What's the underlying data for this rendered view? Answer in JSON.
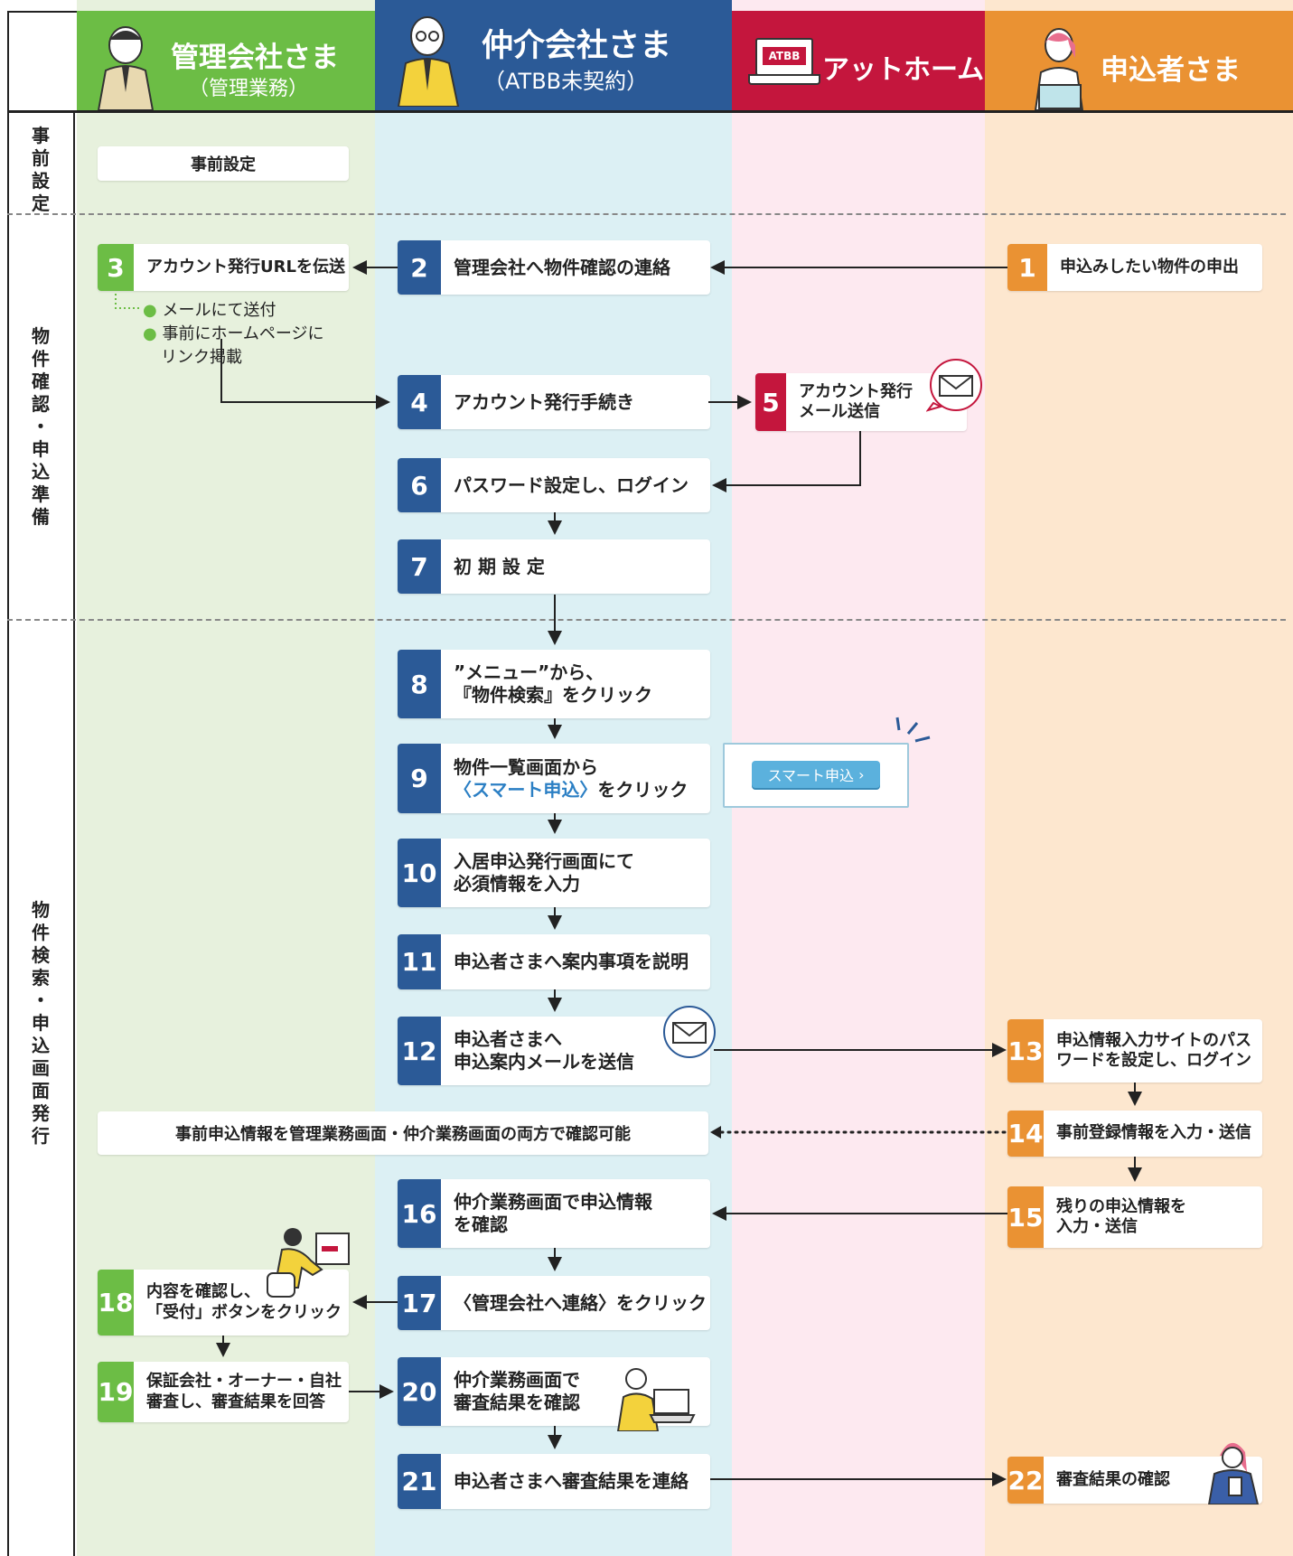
{
  "lanes": {
    "kanri": {
      "title": "管理会社さま",
      "sub": "（管理業務）",
      "color": "#6cbd45",
      "bg": "#e7f1dd"
    },
    "chukai": {
      "title": "仲介会社さま",
      "sub": "（ATBB未契約）",
      "color": "#2b5a97",
      "bg": "#dcf0f4"
    },
    "athome": {
      "title": "アットホーム",
      "badge": "ATBB",
      "color": "#c4163d",
      "bg": "#fde9f0"
    },
    "applicant": {
      "title": "申込者さま",
      "color": "#ea9233",
      "bg": "#fde7cf"
    }
  },
  "phases": [
    {
      "label": "事前設定"
    },
    {
      "label": "物件確認・申込準備"
    },
    {
      "label": "物件検索・申込画面発行"
    }
  ],
  "prep_box": "事前設定",
  "steps": [
    {
      "n": "1",
      "lines": [
        "申込みしたい物件の申出"
      ]
    },
    {
      "n": "2",
      "lines": [
        "管理会社へ物件確認の連絡"
      ]
    },
    {
      "n": "3",
      "lines": [
        "アカウント発行URLを伝送"
      ]
    },
    {
      "n": "4",
      "lines": [
        "アカウント発行手続き"
      ]
    },
    {
      "n": "5",
      "lines": [
        "アカウント発行",
        "メール送信"
      ]
    },
    {
      "n": "6",
      "lines": [
        "パスワード設定し、ログイン"
      ]
    },
    {
      "n": "7",
      "lines": [
        "初 期 設 定"
      ]
    },
    {
      "n": "8",
      "lines": [
        "”メニュー”から、",
        "『物件検索』をクリック"
      ]
    },
    {
      "n": "9",
      "lines": [
        "物件一覧画面から"
      ],
      "hl": "〈スマート申込〉",
      "tail": "をクリック"
    },
    {
      "n": "10",
      "lines": [
        "入居申込発行画面にて",
        "必須情報を入力"
      ]
    },
    {
      "n": "11",
      "lines": [
        "申込者さまへ案内事項を説明"
      ]
    },
    {
      "n": "12",
      "lines": [
        "申込者さまへ",
        "申込案内メールを送信"
      ]
    },
    {
      "n": "13",
      "lines": [
        "申込情報入力サイトのパス",
        "ワードを設定し、ログイン"
      ]
    },
    {
      "n": "14",
      "lines": [
        "事前登録情報を入力・送信"
      ]
    },
    {
      "n": "15",
      "lines": [
        "残りの申込情報を",
        "入力・送信"
      ]
    },
    {
      "n": "16",
      "lines": [
        "仲介業務画面で申込情報",
        "を確認"
      ]
    },
    {
      "n": "17",
      "lines": [
        "〈管理会社へ連絡〉をクリック"
      ]
    },
    {
      "n": "18",
      "lines": [
        "内容を確認し、",
        "「受付」ボタンをクリック"
      ]
    },
    {
      "n": "19",
      "lines": [
        "保証会社・オーナー・自社",
        "審査し、審査結果を回答"
      ]
    },
    {
      "n": "20",
      "lines": [
        "仲介業務画面で",
        "審査結果を確認"
      ]
    },
    {
      "n": "21",
      "lines": [
        "申込者さまへ審査結果を連絡"
      ]
    },
    {
      "n": "22",
      "lines": [
        "審査結果の確認"
      ]
    }
  ],
  "notes": [
    "メールにて送付",
    "事前にホームページに",
    "リンク掲載"
  ],
  "shared_info": "事前申込情報を管理業務画面・仲介業務画面の両方で確認可能",
  "smart_button": "スマート申込",
  "icons": [
    "mail-icon",
    "person-icon",
    "laptop-icon"
  ]
}
